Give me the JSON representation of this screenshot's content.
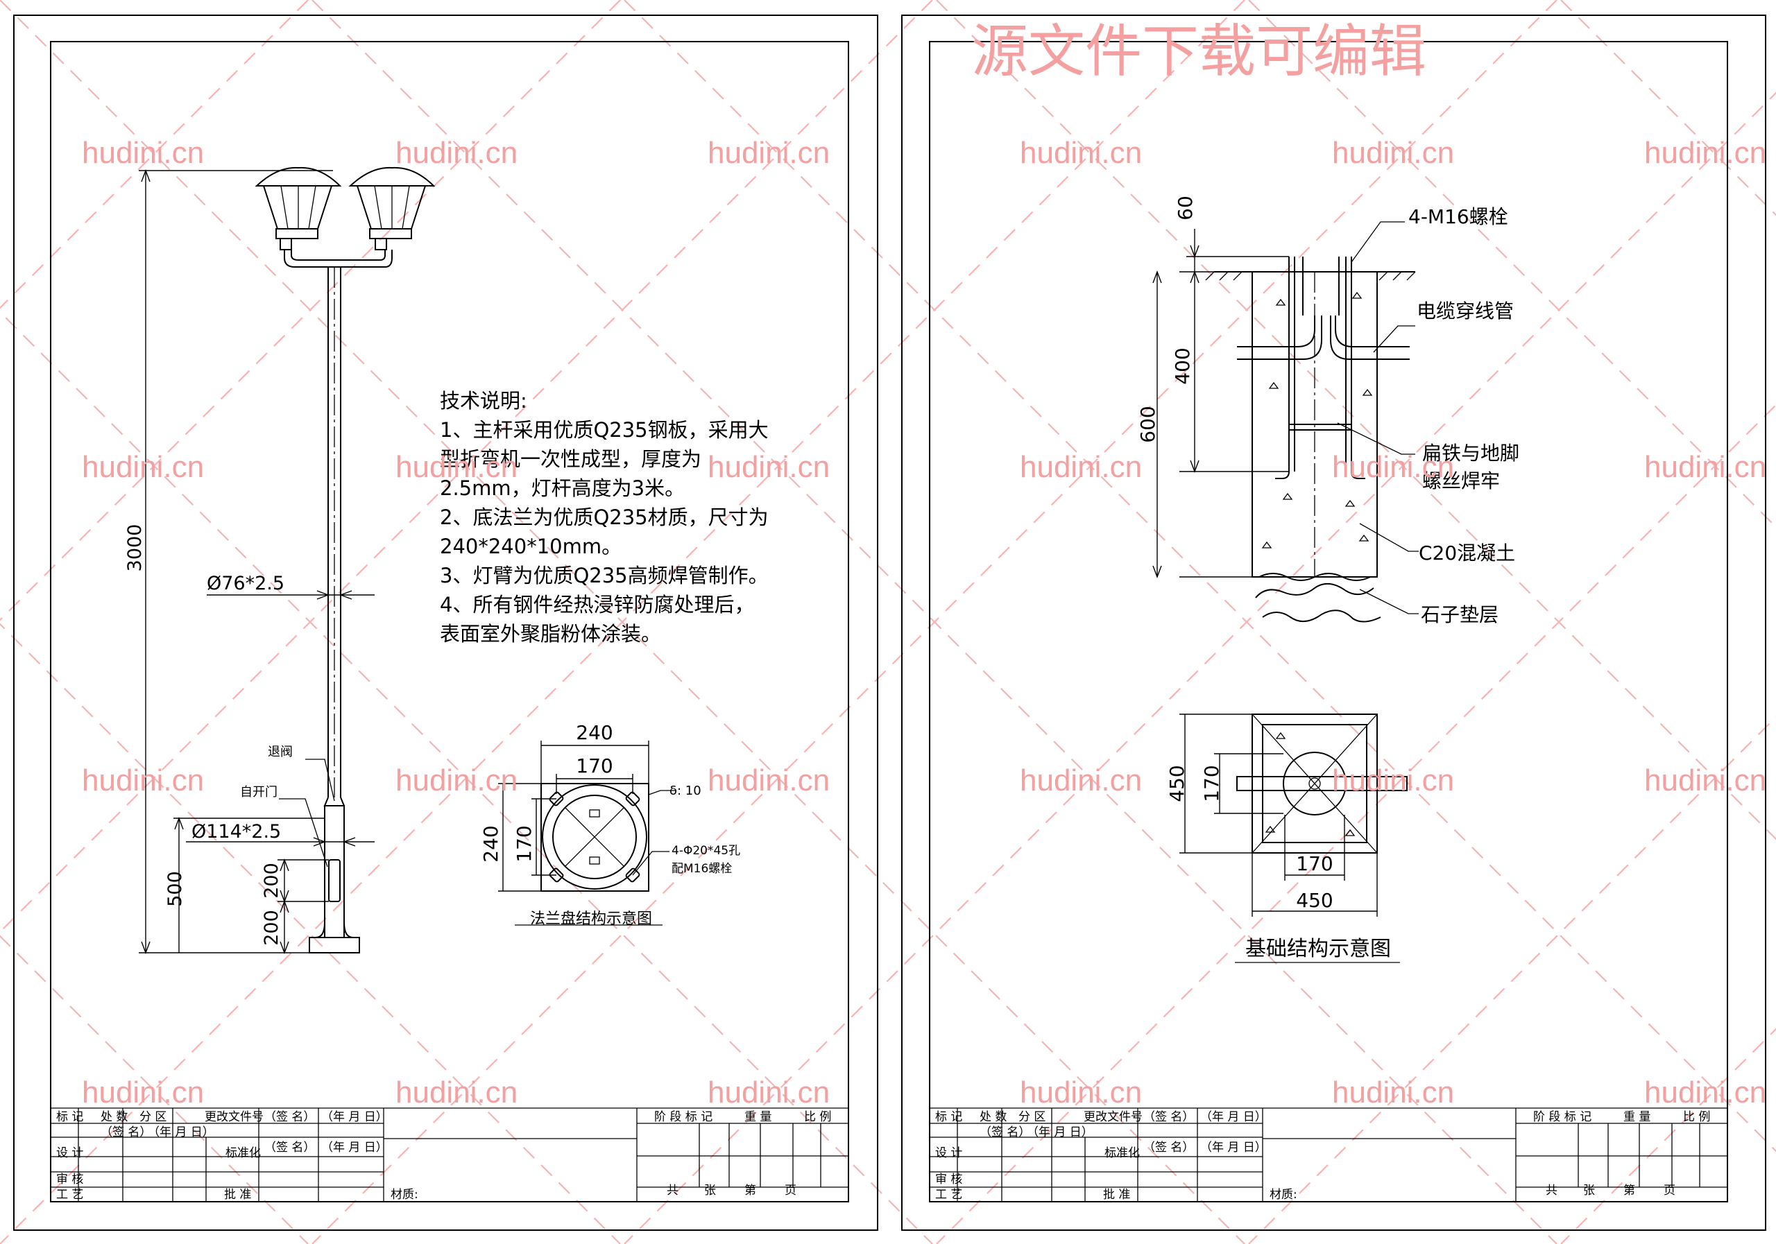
{
  "watermark": {
    "text": "hudini.cn",
    "top_banner": "源文件下载可编辑",
    "color": "#f4a0a0"
  },
  "sheet1": {
    "dims": {
      "total_height": "3000",
      "pole_dia": "Ø76*2.5",
      "base_dia": "Ø114*2.5",
      "lower_height": "500",
      "door_height": "200",
      "base_height": "200"
    },
    "callouts": {
      "valve": "退阀",
      "door": "自开门"
    },
    "notes": {
      "title": "技术说明:",
      "lines": [
        "1、主杆采用优质Q235钢板，采用大",
        "型折弯机一次性成型，厚度为",
        "2.5mm，灯杆高度为3米。",
        "2、底法兰为优质Q235材质，尺寸为",
        "240*240*10mm。",
        "3、灯臂为优质Q235高频焊管制作。",
        "4、所有钢件经热浸锌防腐处理后，",
        "表面室外聚脂粉体涂装。"
      ]
    },
    "flange": {
      "outer": "240",
      "inner": "170",
      "side_outer": "240",
      "side_inner": "170",
      "thickness": "δ: 10",
      "holes": "4-Φ20*45孔",
      "bolts": "配M16螺栓",
      "caption": "法兰盘结构示意图"
    }
  },
  "sheet2": {
    "section": {
      "d60": "60",
      "d400": "400",
      "d600": "600",
      "bolt": "4-M16螺栓",
      "cable": "电缆穿线管",
      "weld_1": "扁铁与地脚",
      "weld_2": "螺丝焊牢",
      "concrete": "C20混凝土",
      "gravel": "石子垫层"
    },
    "plan": {
      "side_450": "450",
      "side_170": "170",
      "bottom_170": "170",
      "bottom_450": "450",
      "caption": "基础结构示意图"
    }
  },
  "title_block": {
    "mark": "标 记",
    "count": "处 数",
    "zone": "分 区",
    "doc_no": "更改文件号",
    "sign": "（签 名）",
    "date": "（年 月 日）",
    "design": "设 计",
    "standard": "标准化",
    "review": "审 核",
    "craft": "工 艺",
    "approve": "批 准",
    "material": "材质:",
    "stage": "阶 段 标 记",
    "weight": "重 量",
    "scale": "比 例",
    "total": "共",
    "sheets": "张",
    "page_no": "第",
    "page": "页"
  }
}
